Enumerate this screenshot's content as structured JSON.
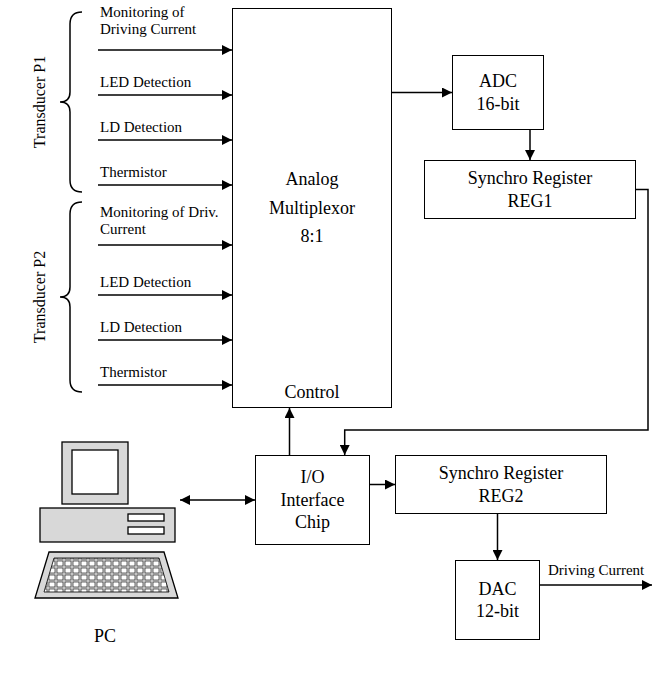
{
  "diagram": {
    "nodes": [
      {
        "text": [
          "Analog Multiplexor 8:1",
          "Control"
        ]
      },
      {
        "text": [
          "ADC 16-bit"
        ]
      },
      {
        "text": [
          "Synchro Register REG1"
        ]
      },
      {
        "text": [
          "PC"
        ]
      },
      {
        "text": [
          "I/O Interface Chip"
        ]
      },
      {
        "text": [
          "Synchro Register REG2"
        ]
      },
      {
        "text": [
          "DAC 12-bit"
        ]
      }
    ],
    "edges": [
      {
        "from": 0,
        "to": 1,
        "arrow": "to"
      },
      {
        "from": 1,
        "to": 2,
        "arrow": "to"
      },
      {
        "from": 2,
        "to": 4,
        "arrow": "to"
      },
      {
        "from": 4,
        "to": 0,
        "arrow": "to"
      },
      {
        "from": 3,
        "to": 4,
        "arrow": "both"
      },
      {
        "from": 4,
        "to": 5,
        "arrow": "to"
      },
      {
        "from": 5,
        "to": 6,
        "arrow": "to"
      }
    ],
    "labels": [
      "Monitoring of Driving Current",
      "LED Detection",
      "LD Detection",
      "Thermistor",
      "Monitoring of Driv. Current",
      "LED Detection",
      "LD Detection",
      "Thermistor",
      "Transducer P1",
      "Transducer P2",
      "Driving Current"
    ]
  }
}
